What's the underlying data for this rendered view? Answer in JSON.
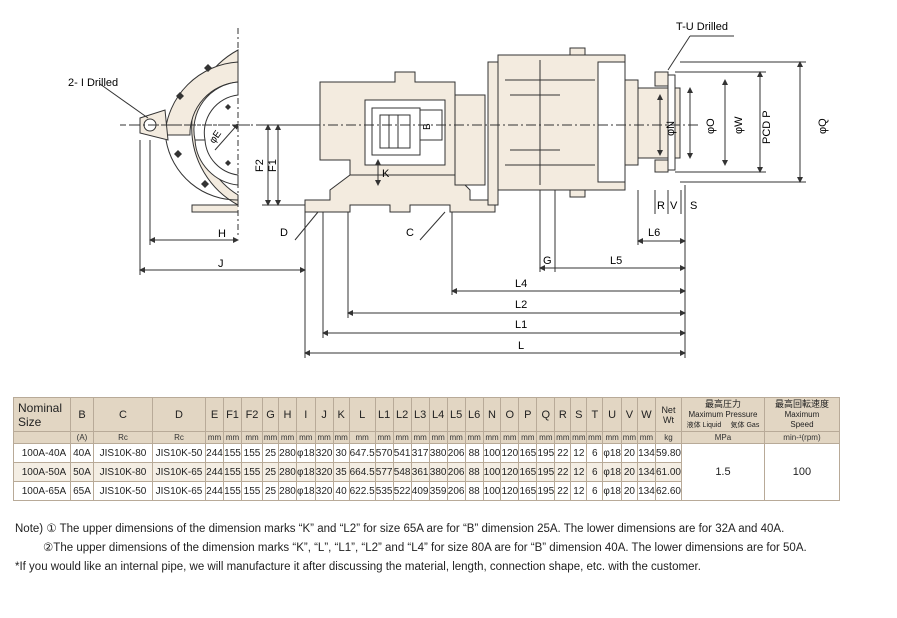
{
  "drawing": {
    "labels": {
      "i_drilled": "2- I Drilled",
      "tu_drilled": "T-U Drilled",
      "e": "φE",
      "f2": "F2",
      "f1": "F1",
      "k": "K",
      "b": "B",
      "n": "φN",
      "o": "φO",
      "w": "φW",
      "pcd": "PCD P",
      "q": "φQ",
      "h": "H",
      "j": "J",
      "d": "D",
      "c": "C",
      "r": "R",
      "v": "V",
      "s": "S",
      "l6": "L6",
      "g": "G",
      "l5": "L5",
      "l4": "L4",
      "l2": "L2",
      "l1": "L1",
      "l": "L"
    }
  },
  "table": {
    "columns": [
      "Nominal Size",
      "B",
      "C",
      "D",
      "E",
      "F1",
      "F2",
      "G",
      "H",
      "I",
      "J",
      "K",
      "L",
      "L1",
      "L2",
      "L3",
      "L4",
      "L5",
      "L6",
      "N",
      "O",
      "P",
      "Q",
      "R",
      "S",
      "T",
      "U",
      "V",
      "W",
      "Net Wt"
    ],
    "units": [
      "",
      "(A)",
      "Rc",
      "Rc",
      "mm",
      "mm",
      "mm",
      "mm",
      "mm",
      "mm",
      "mm",
      "mm",
      "mm",
      "mm",
      "mm",
      "mm",
      "mm",
      "mm",
      "mm",
      "mm",
      "mm",
      "mm",
      "mm",
      "mm",
      "mm",
      "mm",
      "mm",
      "mm",
      "mm",
      "kg"
    ],
    "pressure_header": {
      "jp": "最高圧力",
      "en": "Maximum Pressure",
      "liquid": "液体 Liquid",
      "gas": "気体 Gas",
      "unit": "MPa",
      "value": "1.5"
    },
    "speed_header": {
      "jp": "最高回転速度",
      "en1": "Maximum",
      "en2": "Speed",
      "unit": "min-¹(rpm)",
      "value": "100"
    },
    "rows": [
      [
        "100A-40A",
        "40A",
        "JIS10K-80",
        "JIS10K-50",
        "244",
        "155",
        "155",
        "25",
        "280",
        "φ18",
        "320",
        "30",
        "647.5",
        "570",
        "541",
        "317",
        "380",
        "206",
        "88",
        "100",
        "120",
        "165",
        "195",
        "22",
        "12",
        "6",
        "φ18",
        "20",
        "134",
        "59.80"
      ],
      [
        "100A-50A",
        "50A",
        "JIS10K-80",
        "JIS10K-65",
        "244",
        "155",
        "155",
        "25",
        "280",
        "φ18",
        "320",
        "35",
        "664.5",
        "577",
        "548",
        "361",
        "380",
        "206",
        "88",
        "100",
        "120",
        "165",
        "195",
        "22",
        "12",
        "6",
        "φ18",
        "20",
        "134",
        "61.00"
      ],
      [
        "100A-65A",
        "65A",
        "JIS10K-50",
        "JIS10K-65",
        "244",
        "155",
        "155",
        "25",
        "280",
        "φ18",
        "320",
        "40",
        "622.5",
        "535",
        "522",
        "409",
        "359",
        "206",
        "88",
        "100",
        "120",
        "165",
        "195",
        "22",
        "12",
        "6",
        "φ18",
        "20",
        "134",
        "62.60"
      ]
    ]
  },
  "notes": {
    "note1": "Note) ① The upper dimensions of the dimension marks “K” and “L2” for size 65A are for “B” dimension 25A. The lower dimensions are for 32A and 40A.",
    "note2": "②The upper dimensions of the dimension marks “K”, “L”, “L1”, “L2” and “L4” for size 80A are for “B” dimension 40A. The lower dimensions are for 50A.",
    "note3": "*If you would like an internal pipe, we will manufacture it after discussing the material, length, connection shape, etc. with the customer."
  },
  "colors": {
    "body_fill": "#f3ebdf",
    "header_fill": "#e2d6c3",
    "line": "#333333"
  }
}
